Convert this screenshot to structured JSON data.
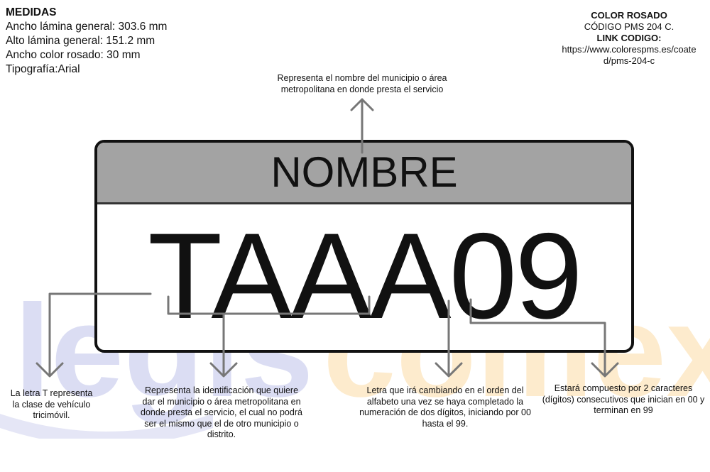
{
  "measures": {
    "title": "MEDIDAS",
    "lines": [
      "Ancho lámina general: 303.6 mm",
      "Alto lámina general: 151.2 mm",
      "Ancho color rosado: 30 mm",
      "Tipografía:Arial"
    ]
  },
  "color_info": {
    "title": "COLOR ROSADO",
    "code": "CÓDIGO PMS 204 C.",
    "link_title": "LINK CODIGO:",
    "link": "https://www.colorespms.es/coated/pms-204-c"
  },
  "plate": {
    "name": "NOMBRE",
    "code": "TAAA09",
    "band_color": "#a3a3a3"
  },
  "annotations": {
    "top": "Representa el nombre del municipio o área metropolitana en donde presta el servicio",
    "letter_t": "La letra T representa la clase de vehículo tricimóvil.",
    "identification": "Representa la identificación que quiere dar el municipio o área metropolitana en donde presta el servicio, el cual no podrá ser el mismo que el de otro municipio o distrito.",
    "letter_change": "Letra que irá cambiando en el orden del alfabeto una vez se haya completado la numeración de dos dígitos, iniciando por 00 hasta el 99.",
    "digits": "Estará compuesto por 2 caracteres (dígitos) consecutivos que inician en 00 y terminan en 99"
  },
  "watermark": {
    "part1": "legis",
    "part2": "comex",
    "color1": "#5b63c8",
    "color2": "#f5a21b"
  }
}
